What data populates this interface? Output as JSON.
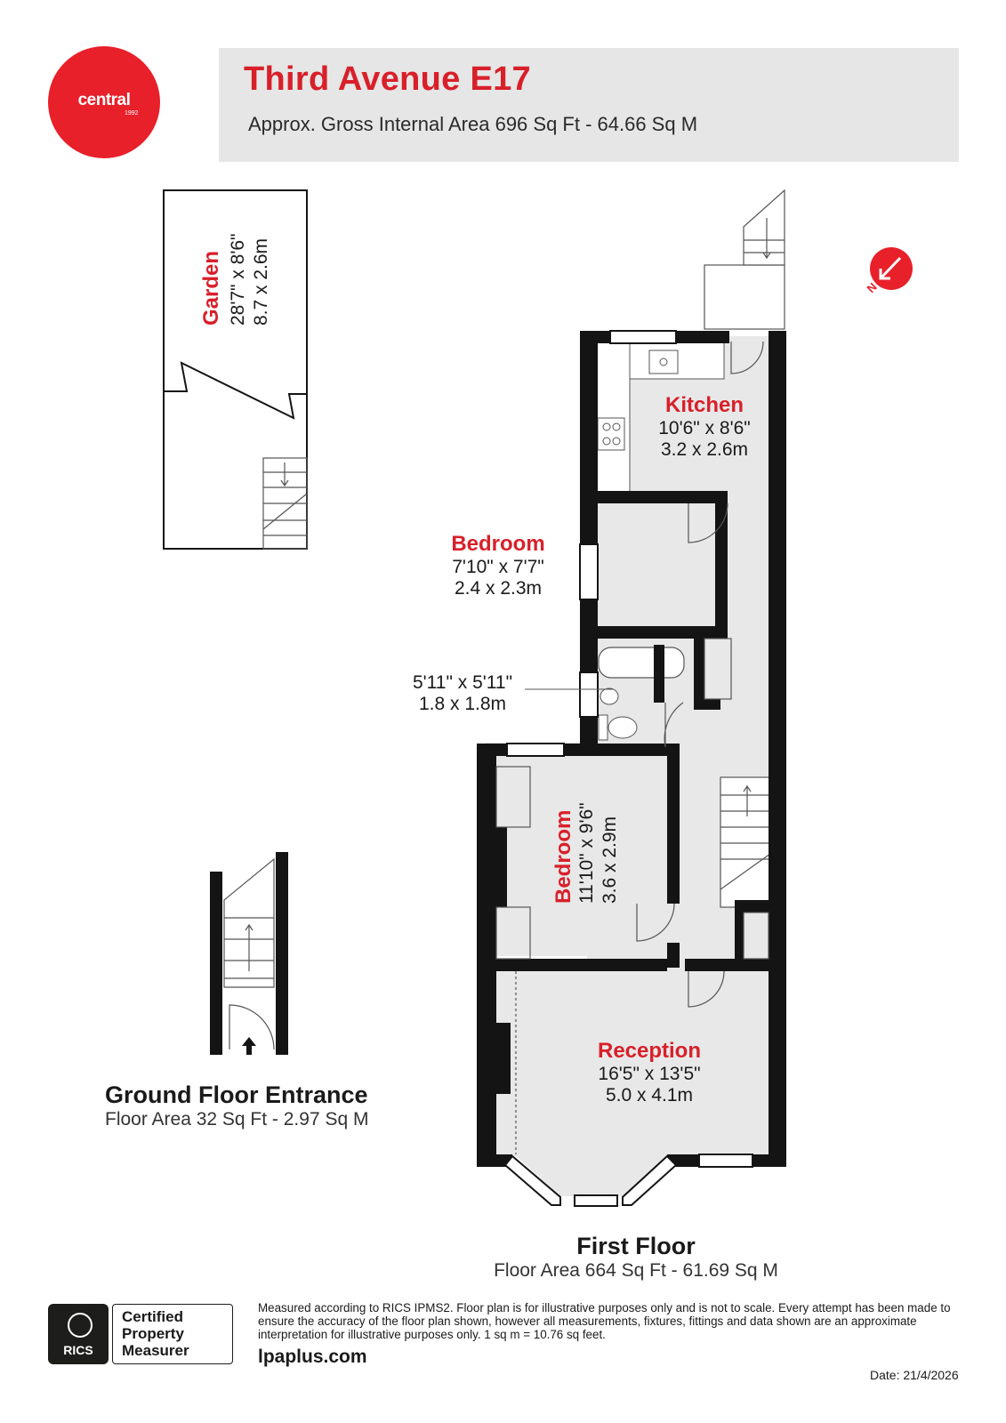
{
  "header": {
    "logo_text": "central",
    "logo_year": "1992",
    "title": "Third Avenue E17",
    "subtitle": "Approx. Gross Internal Area 696 Sq Ft - 64.66 Sq M"
  },
  "compass": {
    "label": "N"
  },
  "rooms": {
    "garden": {
      "name": "Garden",
      "dim_imperial": "28'7\" x 8'6\"",
      "dim_metric": "8.7 x 2.6m"
    },
    "kitchen": {
      "name": "Kitchen",
      "dim_imperial": "10'6\" x 8'6\"",
      "dim_metric": "3.2 x 2.6m"
    },
    "bedroom1": {
      "name": "Bedroom",
      "dim_imperial": "7'10\" x 7'7\"",
      "dim_metric": "2.4 x 2.3m"
    },
    "bathroom": {
      "dim_imperial": "5'11\" x 5'11\"",
      "dim_metric": "1.8 x 1.8m"
    },
    "bedroom2": {
      "name": "Bedroom",
      "dim_imperial": "11'10\" x 9'6\"",
      "dim_metric": "3.6 x 2.9m"
    },
    "reception": {
      "name": "Reception",
      "dim_imperial": "16'5\" x 13'5\"",
      "dim_metric": "5.0 x 4.1m"
    }
  },
  "floors": {
    "ground": {
      "title": "Ground Floor Entrance",
      "area": "Floor Area 32 Sq Ft - 2.97 Sq M"
    },
    "first": {
      "title": "First Floor",
      "area": "Floor Area 664 Sq Ft - 61.69 Sq M"
    }
  },
  "footer": {
    "rics": "RICS",
    "cert_line1": "Certified",
    "cert_line2": "Property",
    "cert_line3": "Measurer",
    "disclaimer": "Measured according to RICS IPMS2. Floor plan is for illustrative purposes only and is not to scale. Every attempt has been made to ensure the accuracy of the floor plan shown, however all measurements, fixtures, fittings and data shown are an approximate interpretation for illustrative purposes only. 1 sq m = 10.76 sq feet.",
    "website": "lpaplus.com",
    "date": "Date: 21/4/2026"
  },
  "colors": {
    "accent": "#d8202a",
    "wall": "#141414",
    "floor": "#e8e8e8"
  }
}
